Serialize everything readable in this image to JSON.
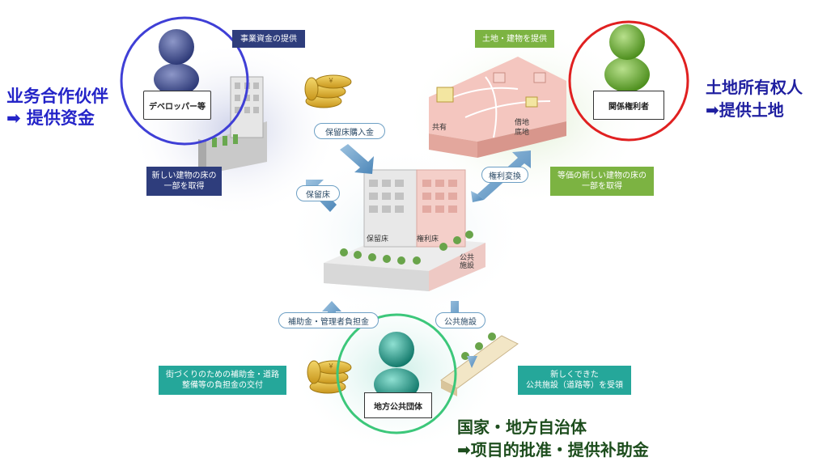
{
  "actors": {
    "developer": "デベロッパー等",
    "rights_holder": "関係権利者",
    "local_gov": "地方公共団体"
  },
  "boxes": {
    "dev_provide": "事業資金の提供",
    "dev_get_line1": "新しい建物の床の",
    "dev_get_line2": "一部を取得",
    "land_provide": "土地・建物を提供",
    "rights_get_line1": "等価の新しい建物の床の",
    "rights_get_line2": "一部を取得",
    "gov_give_line1": "街づくりのための補助金・道路",
    "gov_give_line2": "整備等の負担金の交付",
    "gov_receive_line1": "新しくできた",
    "gov_receive_line2": "公共施設（道路等）を受領"
  },
  "pills": {
    "purchase": "保留床購入金",
    "reserved": "保留床",
    "conversion": "権利変換",
    "subsidy": "補助金・管理者負担金",
    "public_facility": "公共施設"
  },
  "building": {
    "reserved_floor": "保留床",
    "rights_floor": "権利床",
    "public_facility_line1": "公共",
    "public_facility_line2": "施設"
  },
  "land": {
    "shared": "共有",
    "leased_line1": "借地",
    "leased_line2": "底地"
  },
  "coin_mark": "￥",
  "annotations": {
    "partner_line1": "业务合作伙伴",
    "partner_line2": "➡ 提供资金",
    "owner_line1": "土地所有权人",
    "owner_line2": "➡提供土地",
    "gov_line1": "国家・地方自治体",
    "gov_line2": "➡项目的批准・提供补助金"
  },
  "colors": {
    "developer_navy": "#2e3d7c",
    "rights_green": "#7cb342",
    "gov_teal": "#25a79a",
    "circle_blue": "#3f3fd6",
    "circle_red": "#e02020",
    "circle_green": "#3cc77a",
    "text_blue": "#2424c8",
    "text_darkblue": "#1f1fa0",
    "text_darkgreen": "#1d4d1d"
  }
}
